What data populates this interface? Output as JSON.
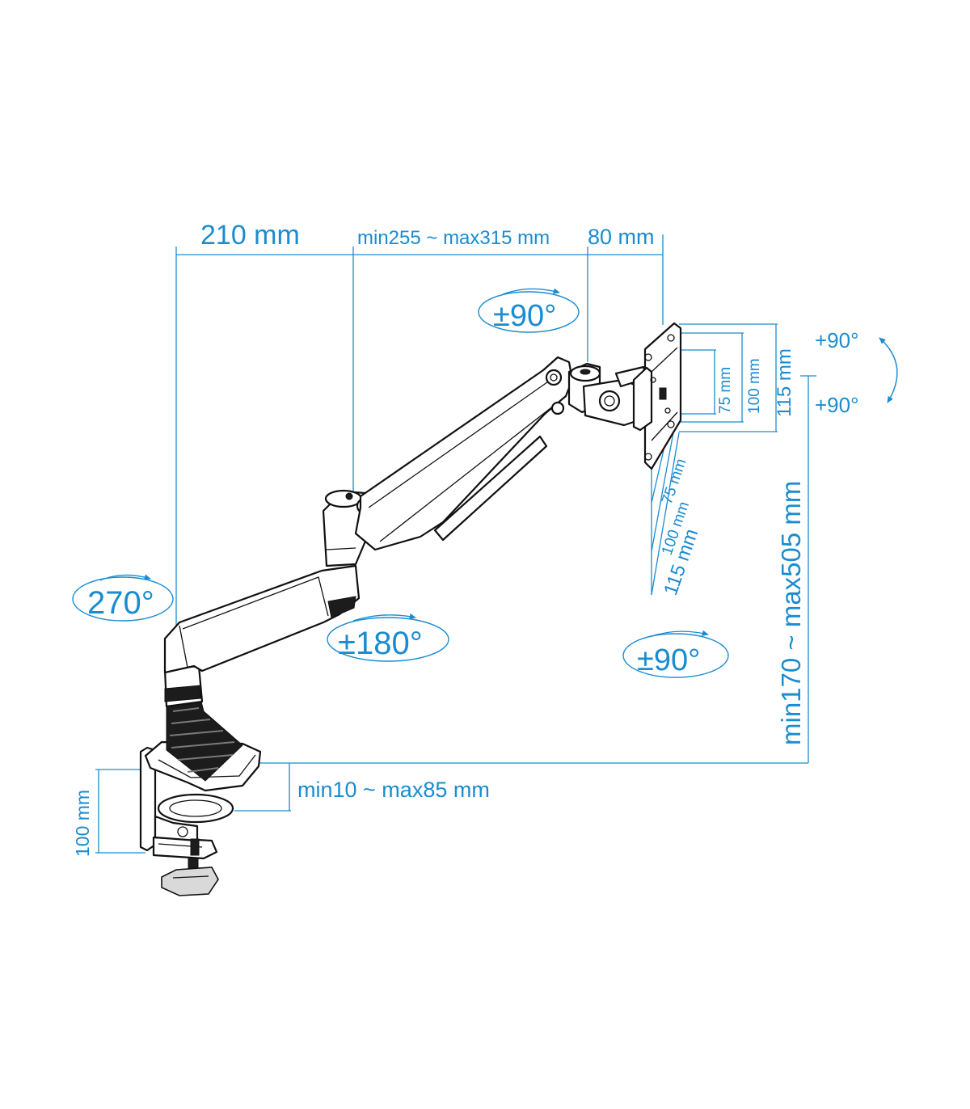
{
  "colors": {
    "dimension": "#1a8ccf",
    "line_art": "#111111",
    "background": "#ffffff"
  },
  "dimensions": {
    "arm_reach_1": "210 mm",
    "arm_reach_2": "min255 ~ max315 mm",
    "arm_reach_3": "80 mm",
    "vesa_small": "75 mm",
    "vesa_medium": "100 mm",
    "vesa_large": "115 mm",
    "height_range": "min170 ~ max505 mm",
    "clamp_thickness": "min10 ~ max85 mm",
    "clamp_height": "100 mm"
  },
  "rotations": {
    "base_swivel": "270°",
    "arm_swivel": "±180°",
    "head_swivel": "±90°",
    "panel_rotation": "±90°",
    "tilt_up": "+90°",
    "tilt_down": "+90°"
  }
}
